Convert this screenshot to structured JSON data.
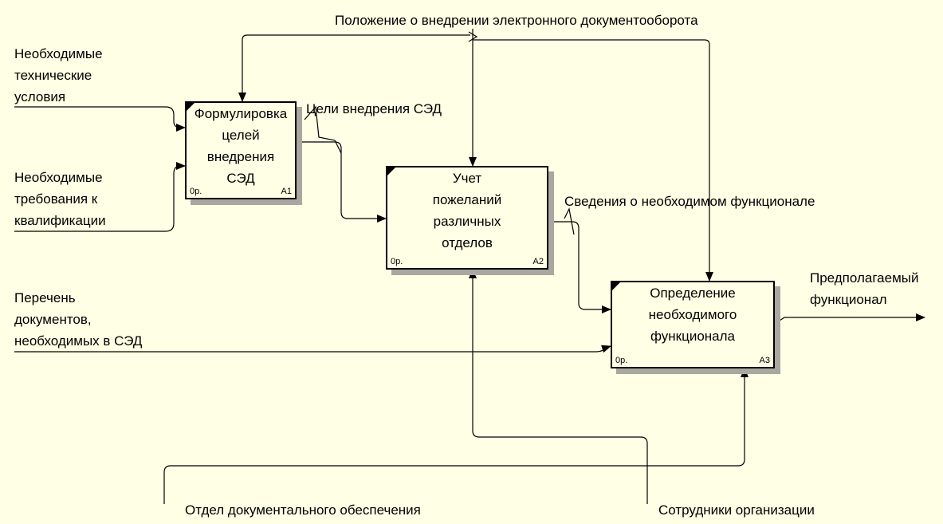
{
  "diagram": {
    "boxes": [
      {
        "id": "a1",
        "title": "Формулировка\nцелей\nвнедрения\nСЭД",
        "cost": "0р.",
        "number": "A1"
      },
      {
        "id": "a2",
        "title": "Учет\nпожеланий\nразличных\nотделов",
        "cost": "0р.",
        "number": "A2"
      },
      {
        "id": "a3",
        "title": "Определение\nнеобходимого\nфункционала",
        "cost": "0р.",
        "number": "A3"
      }
    ],
    "arrows": {
      "control_top": "Положение о внедрении электронного документооборота",
      "input_tech": "Необходимые\nтехнические\nусловия",
      "input_qual": "Необходимые\nтребования к\nквалификации",
      "input_docs": "Перечень\nдокументов,\nнеобходимых в СЭД",
      "goals": "Цели внедрения СЭД",
      "functional_info": "Сведения о необходимом функционале",
      "output": "Предполагаемый\nфункционал",
      "mech_docs_dept": "Отдел документального обеспечения",
      "mech_staff": "Сотрудники организации"
    }
  }
}
